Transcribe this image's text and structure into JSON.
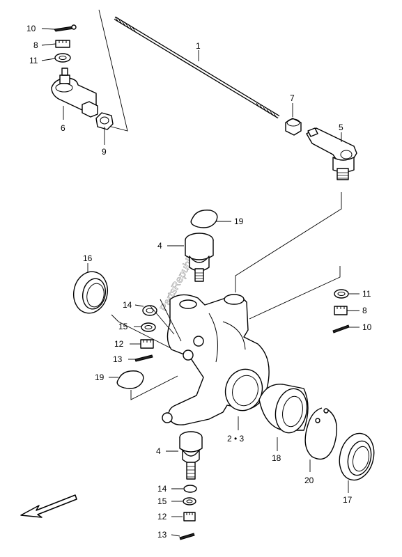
{
  "labels": {
    "p1": "1",
    "p23": "2 • 3",
    "p4a": "4",
    "p4b": "4",
    "p5": "5",
    "p6": "6",
    "p7": "7",
    "p8a": "8",
    "p8b": "8",
    "p9": "9",
    "p10a": "10",
    "p10b": "10",
    "p11a": "11",
    "p11b": "11",
    "p12a": "12",
    "p12b": "12",
    "p13a": "13",
    "p13b": "13",
    "p14a": "14",
    "p14b": "14",
    "p15a": "15",
    "p15b": "15",
    "p16": "16",
    "p17": "17",
    "p18": "18",
    "p19a": "19",
    "p19b": "19",
    "p20": "20"
  },
  "watermark": "PartsRepublik",
  "icons": {
    "direction_arrow": "arrow-front-left-icon"
  }
}
